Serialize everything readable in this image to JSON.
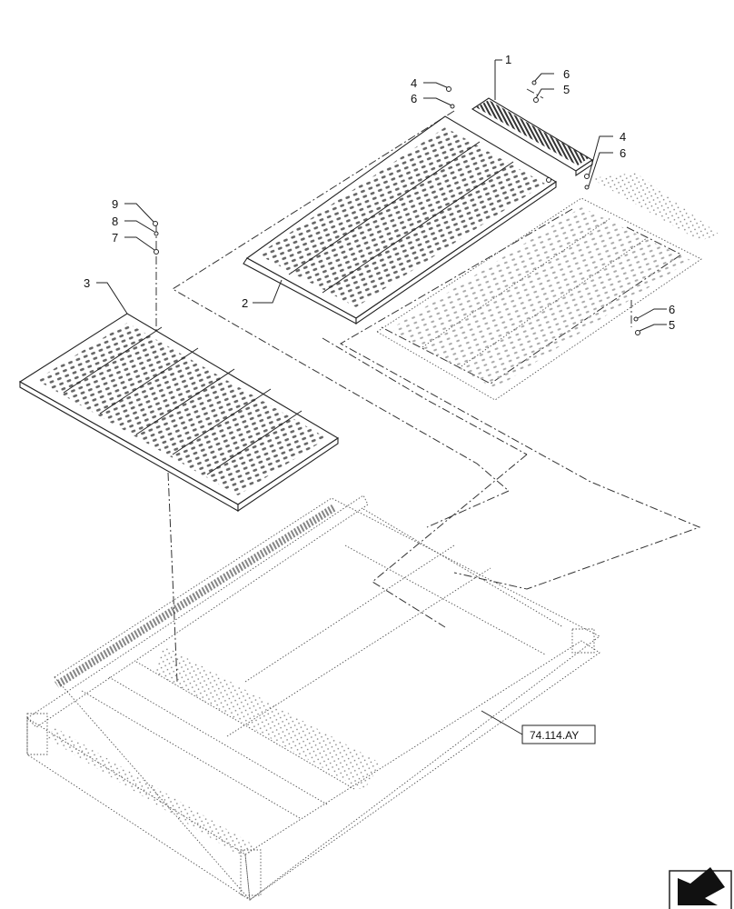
{
  "callouts": {
    "c1": "1",
    "c2": "2",
    "c3": "3",
    "c4a": "4",
    "c4b": "4",
    "c5a": "5",
    "c5b": "5",
    "c6a": "6",
    "c6b": "6",
    "c6c": "6",
    "c6d": "6",
    "c7": "7",
    "c8": "8",
    "c9": "9"
  },
  "reference": {
    "label": "74.114.AY"
  },
  "icons": {
    "nav": "next-page-arrow-icon"
  }
}
